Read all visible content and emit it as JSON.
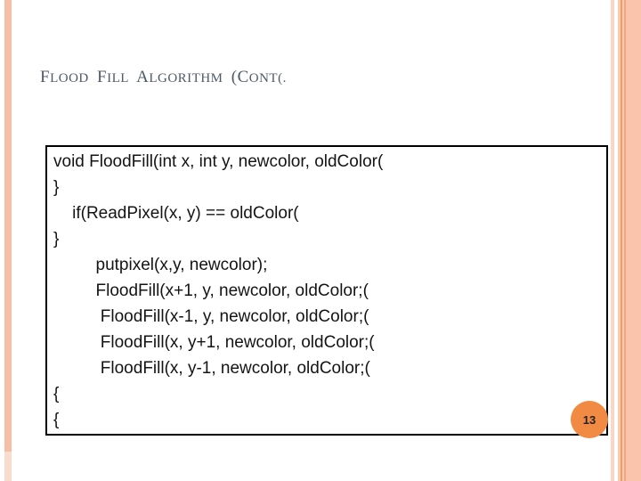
{
  "slide": {
    "title": "FLOOD FILL ALGORITHM (CONT(.",
    "page_number": "13",
    "code_lines": [
      "void FloodFill(int x, int y, newcolor, oldColor(",
      "}",
      "    if(ReadPixel(x, y) == oldColor(",
      "}",
      "         putpixel(x,y, newcolor);",
      "         FloodFill(x+1, y, newcolor, oldColor;(",
      "          FloodFill(x-1, y, newcolor, oldColor;(",
      "          FloodFill(x, y+1, newcolor, oldColor;(",
      "          FloodFill(x, y-1, newcolor, oldColor;(",
      "{",
      "{"
    ]
  },
  "colors": {
    "accent_bar": "#f4bfa5",
    "accent_bar_fade": "#f9dccd",
    "stripe_light": "#f8d7c7",
    "stripe_mid": "#fbcab2",
    "stripe_orange_line": "#ee9d6b",
    "stripe_wide": "#fac4ac",
    "page_badge": "#f18a43",
    "title_text": "#4d5a66",
    "code_text": "#141414",
    "code_border": "#000000"
  }
}
